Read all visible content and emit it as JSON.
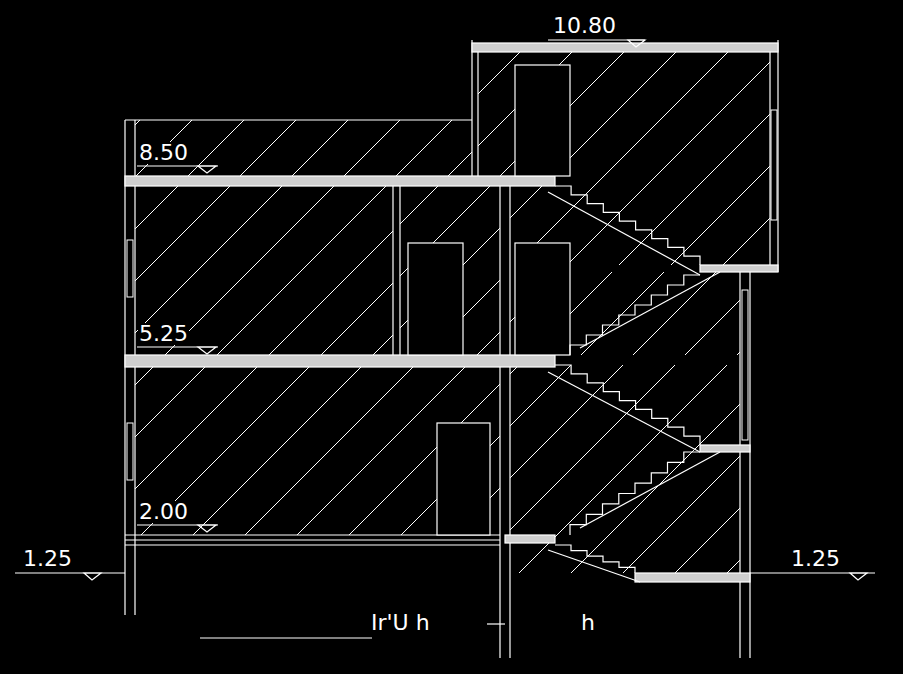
{
  "diagram": {
    "labels": [
      "10.80",
      "8.50",
      "5.25",
      "2.00",
      "1.25",
      "1.25",
      "Ir'U h",
      "h"
    ]
  }
}
